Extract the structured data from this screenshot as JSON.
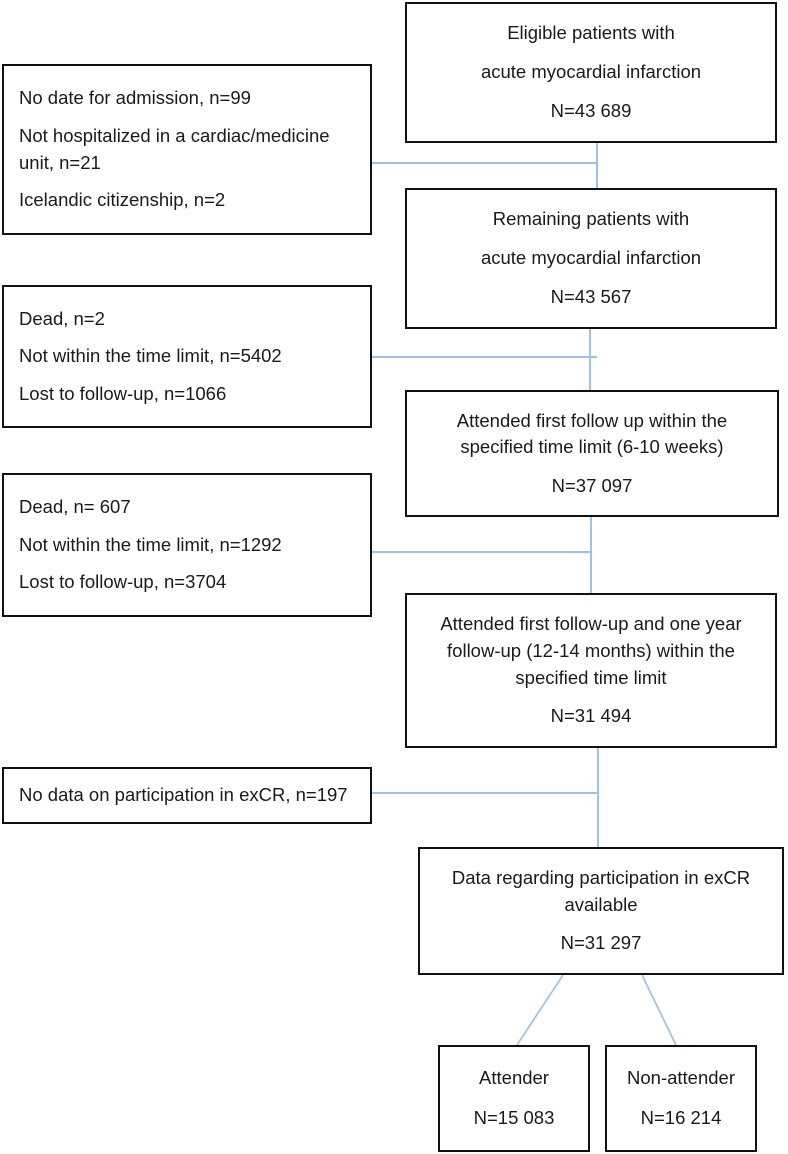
{
  "diagram": {
    "kind": "patient-flow-chart",
    "connector_color": "#9cc3e5",
    "border_color": "#111111",
    "boxes": {
      "eligible": {
        "paragraphs": [
          "Eligible patients with",
          "acute myocardial infarction",
          "N=43 689"
        ]
      },
      "exclusions1": {
        "paragraphs": [
          "No date for admission, n=99",
          "Not hospitalized in a cardiac/medicine\nunit, n=21",
          "Icelandic citizenship, n=2"
        ]
      },
      "remaining": {
        "paragraphs": [
          "Remaining patients with",
          "acute myocardial infarction",
          "N=43 567"
        ]
      },
      "exclusions2": {
        "paragraphs": [
          "Dead, n=2",
          "Not within the time limit, n=5402",
          "Lost to follow-up, n=1066"
        ]
      },
      "first_followup": {
        "paragraphs": [
          "Attended first follow up within the\nspecified time limit (6-10 weeks)",
          "N=37 097"
        ]
      },
      "exclusions3": {
        "paragraphs": [
          "Dead, n= 607",
          "Not within the time limit, n=1292",
          "Lost to follow-up, n=3704"
        ]
      },
      "one_year_followup": {
        "paragraphs": [
          "Attended first follow-up and one year\nfollow-up (12-14 months) within the\nspecified time limit",
          "N=31 494"
        ]
      },
      "exclusions4": {
        "paragraphs": [
          "No data on participation in exCR, n=197"
        ]
      },
      "excr_data": {
        "paragraphs": [
          "Data regarding participation in exCR\navailable",
          "N=31 297"
        ]
      },
      "attender": {
        "paragraphs": [
          "Attender",
          "N=15 083"
        ]
      },
      "non_attender": {
        "paragraphs": [
          "Non-attender",
          "N=16 214"
        ]
      }
    }
  }
}
